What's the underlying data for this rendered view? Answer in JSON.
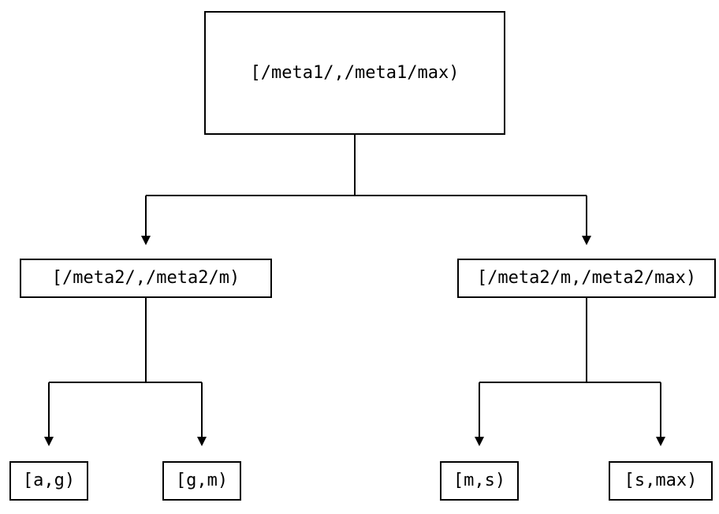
{
  "diagram": {
    "type": "tree",
    "root": {
      "label": "[/meta1/,/meta1/max)"
    },
    "internal": [
      {
        "label": "[/meta2/,/meta2/m)"
      },
      {
        "label": "[/meta2/m,/meta2/max)"
      }
    ],
    "leaves": [
      {
        "label": "[a,g)"
      },
      {
        "label": "[g,m)"
      },
      {
        "label": "[m,s)"
      },
      {
        "label": "[s,max)"
      }
    ],
    "colors": {
      "stroke": "#000000",
      "background": "#ffffff"
    }
  }
}
